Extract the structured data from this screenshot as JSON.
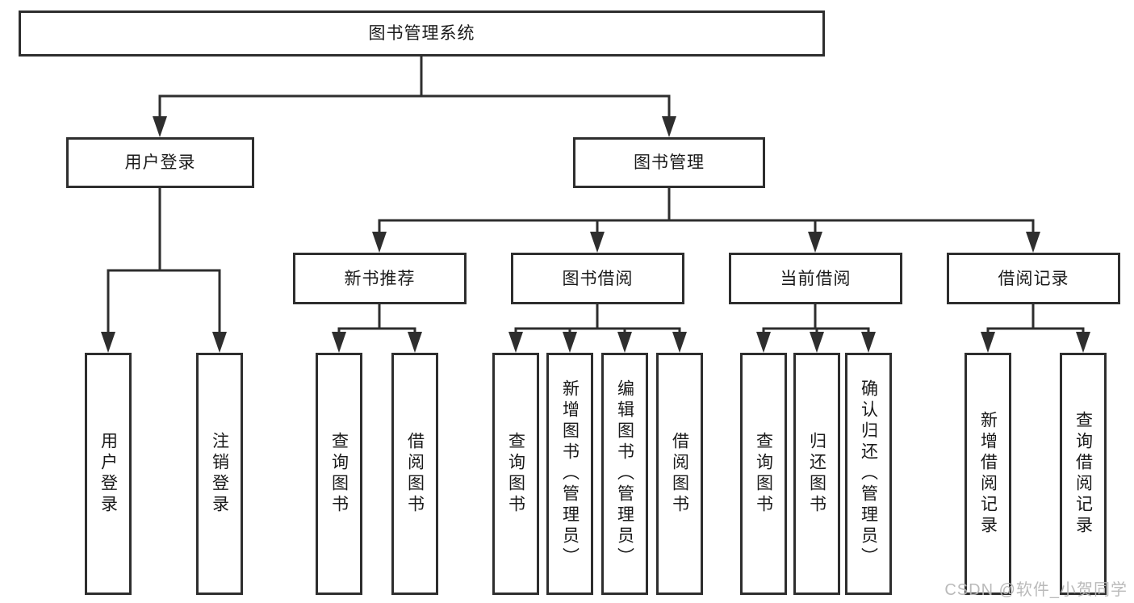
{
  "diagram": {
    "title": "图书管理系统",
    "watermark": "CSDN @软件_小贺同学",
    "colors": {
      "background": "#ffffff",
      "line": "#2e2e2e",
      "box_border": "#2e2e2e",
      "box_fill": "#ffffff",
      "text": "#1a1a1a",
      "watermark": "#b7b7b7"
    },
    "nodes": [
      {
        "id": "root",
        "label": "图书管理系统",
        "level": 1,
        "parent": null
      },
      {
        "id": "user-login",
        "label": "用户登录",
        "level": 2,
        "parent": "root"
      },
      {
        "id": "book-mgmt",
        "label": "图书管理",
        "level": 2,
        "parent": "root"
      },
      {
        "id": "new-book-rec",
        "label": "新书推荐",
        "level": 3,
        "parent": "book-mgmt"
      },
      {
        "id": "book-borrow",
        "label": "图书借阅",
        "level": 3,
        "parent": "book-mgmt"
      },
      {
        "id": "current-borrow",
        "label": "当前借阅",
        "level": 3,
        "parent": "book-mgmt"
      },
      {
        "id": "borrow-records",
        "label": "借阅记录",
        "level": 3,
        "parent": "book-mgmt"
      },
      {
        "id": "leaf-user-login",
        "label": "用户登录",
        "level": 4,
        "parent": "user-login"
      },
      {
        "id": "leaf-logout",
        "label": "注销登录",
        "level": 4,
        "parent": "user-login"
      },
      {
        "id": "leaf-query-books-1",
        "label": "查询图书",
        "level": 4,
        "parent": "new-book-rec"
      },
      {
        "id": "leaf-borrow-books-1",
        "label": "借阅图书",
        "level": 4,
        "parent": "new-book-rec"
      },
      {
        "id": "leaf-query-books-2",
        "label": "查询图书",
        "level": 4,
        "parent": "book-borrow"
      },
      {
        "id": "leaf-add-book",
        "label": "新增图书（管理员）",
        "level": 4,
        "parent": "book-borrow"
      },
      {
        "id": "leaf-edit-book",
        "label": "编辑图书（管理员）",
        "level": 4,
        "parent": "book-borrow"
      },
      {
        "id": "leaf-borrow-books-2",
        "label": "借阅图书",
        "level": 4,
        "parent": "book-borrow"
      },
      {
        "id": "leaf-query-books-3",
        "label": "查询图书",
        "level": 4,
        "parent": "current-borrow"
      },
      {
        "id": "leaf-return-book",
        "label": "归还图书",
        "level": 4,
        "parent": "current-borrow"
      },
      {
        "id": "leaf-confirm-return",
        "label": "确认归还（管理员）",
        "level": 4,
        "parent": "current-borrow"
      },
      {
        "id": "leaf-add-borrow-record",
        "label": "新增借阅记录",
        "level": 4,
        "parent": "borrow-records"
      },
      {
        "id": "leaf-query-borrow-record",
        "label": "查询借阅记录",
        "level": 4,
        "parent": "borrow-records"
      }
    ]
  }
}
